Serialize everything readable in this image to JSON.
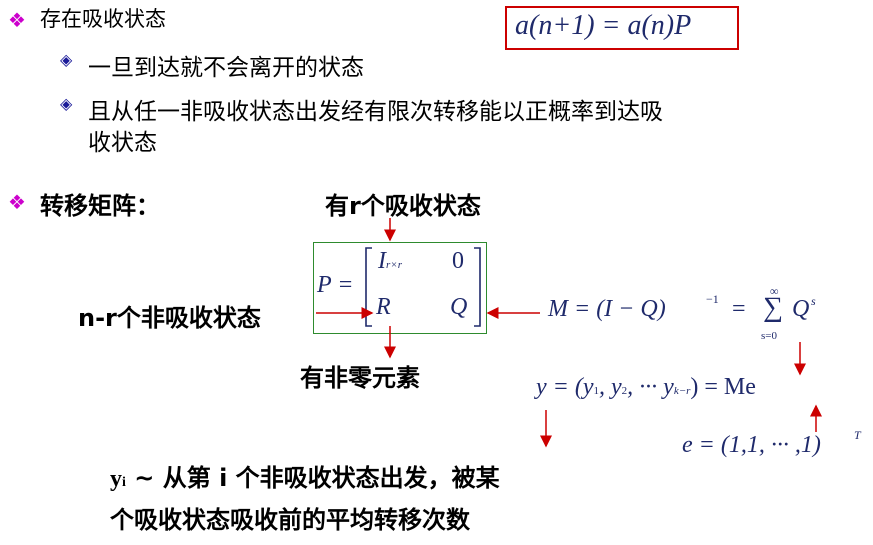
{
  "bullets": {
    "main1": "存在吸收状态",
    "sub1": "一旦到达就不会离开的状态",
    "sub2_line1": "且从任一非吸收状态出发经有限次转移能以正概率到达吸",
    "sub2_line2": "收状态",
    "main2": "转移矩阵："
  },
  "formulas": {
    "recurrence": "a(n+1) = a(n)P",
    "P_label": "P =",
    "matrix_I": "I",
    "matrix_I_sub": "r×r",
    "matrix_zero": "0",
    "matrix_R": "R",
    "matrix_Q": "Q",
    "M_lhs": "M = (I − Q)",
    "M_exp": "−1",
    "M_eq": "=",
    "sum_sym": "∑",
    "sum_top": "∞",
    "sum_bottom": "s=0",
    "M_Q": "Q",
    "M_Q_sup": "s",
    "y_lhs": "y = (y",
    "y_sub1": "1",
    "y_mid1": ", y",
    "y_sub2": "2",
    "y_mid2": ", ··· y",
    "y_subk": "k−r",
    "y_rhs": ") = Me",
    "e_def": "e = (1,1, ··· ,1)",
    "e_sup": "T"
  },
  "annotations": {
    "r_absorbing": "有r个吸收状态",
    "n_minus_r": "n-r个非吸收状态",
    "nonzero": "有非零元素",
    "yi_sym": "y",
    "yi_sub": "i",
    "yi_line1": " ~ 从第 i 个非吸收状态出发，被某",
    "yi_line2": "个吸收状态吸收前的平均转移次数"
  },
  "colors": {
    "bullet_main": "#cc00cc",
    "bullet_sub": "#1a1a99",
    "arrow": "#cc0000",
    "recurrence_box": "#cc0000",
    "matrix_box": "#2e8b2e",
    "math_text": "#1f2a6b"
  },
  "icons": {
    "main_bullet": "diamond-cluster-icon",
    "sub_bullet": "diamond-icon"
  }
}
